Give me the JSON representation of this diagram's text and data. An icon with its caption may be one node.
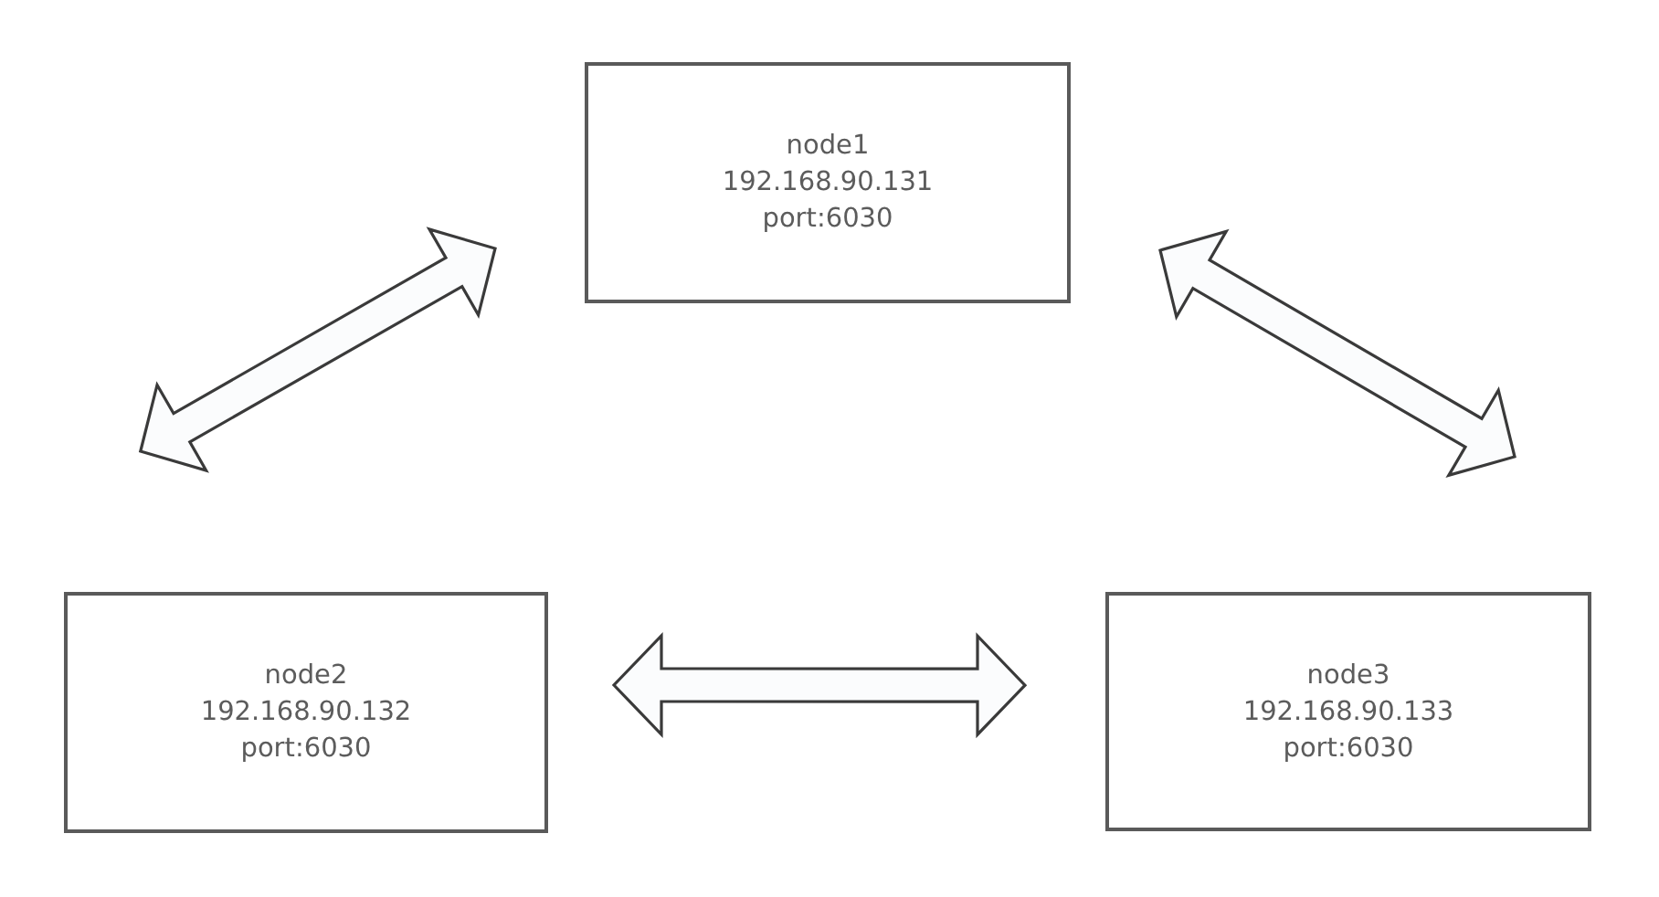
{
  "diagram": {
    "nodes": [
      {
        "text": [
          "node1",
          "192.168.90.131",
          "port:6030"
        ]
      },
      {
        "text": [
          "node2",
          "192.168.90.132",
          "port:6030"
        ]
      },
      {
        "text": [
          "node3",
          "192.168.90.133",
          "port:6030"
        ]
      }
    ],
    "edges": [
      {
        "from": 1,
        "to": 0,
        "arrow": "both"
      },
      {
        "from": 0,
        "to": 2,
        "arrow": "both"
      },
      {
        "from": 1,
        "to": 2,
        "arrow": "both"
      }
    ]
  }
}
